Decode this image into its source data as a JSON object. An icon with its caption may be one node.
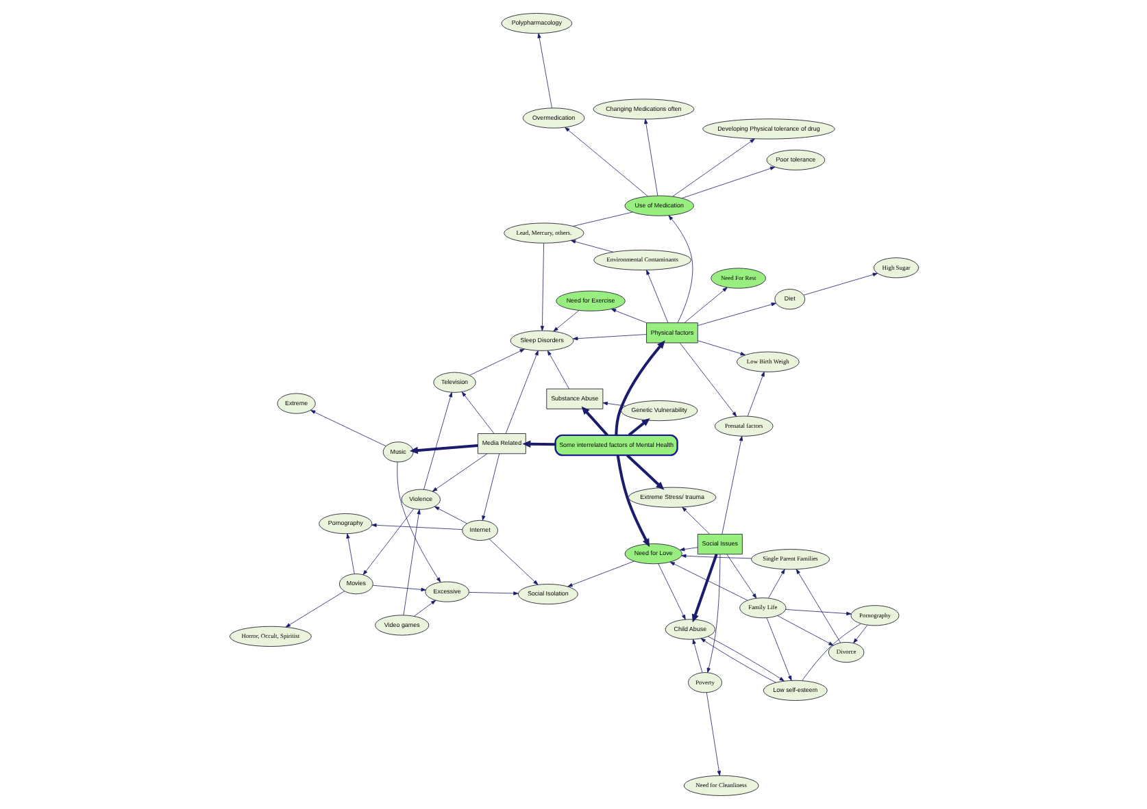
{
  "diagram": {
    "nodes": [
      {
        "text": [
          "Some interrelated factors of Mental Health"
        ]
      },
      {
        "text": [
          "Social Isolation"
        ]
      },
      {
        "text": [
          "Horror, Occult, Spiritist"
        ]
      },
      {
        "text": [
          "Movies"
        ]
      },
      {
        "text": [
          "Excessive"
        ]
      },
      {
        "text": [
          "Pornography"
        ]
      },
      {
        "text": [
          "Violence"
        ]
      },
      {
        "text": [
          "Video games"
        ]
      },
      {
        "text": [
          "Divorce"
        ]
      },
      {
        "text": [
          "Single Parent Families"
        ]
      },
      {
        "text": [
          "Need for Love"
        ]
      },
      {
        "text": [
          "Internet"
        ]
      },
      {
        "text": [
          "Media Related"
        ]
      },
      {
        "text": [
          "Music"
        ]
      },
      {
        "text": [
          "Television"
        ]
      },
      {
        "text": [
          "Pornography"
        ]
      },
      {
        "text": [
          "Family Life"
        ]
      },
      {
        "text": [
          "Low self-esteem"
        ]
      },
      {
        "text": [
          "Substance Abuse"
        ]
      },
      {
        "text": [
          "Extreme"
        ]
      },
      {
        "text": [
          "Extreme Stress/ trauma"
        ]
      },
      {
        "text": [
          "Social Issues"
        ]
      },
      {
        "text": [
          "Genetic Vulnerability"
        ]
      },
      {
        "text": [
          "Child Abuse"
        ]
      },
      {
        "text": [
          "Sleep Disorders"
        ]
      },
      {
        "text": [
          "Poverty"
        ]
      },
      {
        "text": [
          "Prenatal factors"
        ]
      },
      {
        "text": [
          "Physical factors"
        ]
      },
      {
        "text": [
          "Need for Exercise"
        ]
      },
      {
        "text": [
          "Environmental Contaminants"
        ]
      },
      {
        "text": [
          "Lead, Mercury, others."
        ]
      },
      {
        "text": [
          "Low Birth Weigh"
        ]
      },
      {
        "text": [
          "Need for Cleanliness"
        ]
      },
      {
        "text": [
          "Changing Medications often"
        ]
      },
      {
        "text": [
          "Use of Medication"
        ]
      },
      {
        "text": [
          "Diet"
        ]
      },
      {
        "text": [
          "High Sugar"
        ]
      },
      {
        "text": [
          "Poor tolerance"
        ]
      },
      {
        "text": [
          "Need For Rest"
        ]
      },
      {
        "text": [
          "Polypharmacology"
        ]
      },
      {
        "text": [
          "Overmedication"
        ]
      },
      {
        "text": [
          "Developing Physical tolerance of drug"
        ]
      }
    ],
    "edges": [
      {
        "from": 0,
        "to": 10,
        "arrow": "to",
        "style": "thick"
      },
      {
        "from": 0,
        "to": 12,
        "arrow": "to",
        "style": "thick"
      },
      {
        "from": 0,
        "to": 18,
        "arrow": "to",
        "style": "thick"
      },
      {
        "from": 0,
        "to": 20,
        "arrow": "to",
        "style": "thick"
      },
      {
        "from": 0,
        "to": 22,
        "arrow": "to",
        "style": "thick"
      },
      {
        "from": 0,
        "to": 27,
        "arrow": "to",
        "style": "thick"
      },
      {
        "from": 21,
        "to": 23,
        "arrow": "to",
        "style": "thick"
      },
      {
        "from": 12,
        "to": 13,
        "arrow": "to",
        "style": "thick"
      },
      {
        "from": 10,
        "to": 1,
        "arrow": "to"
      },
      {
        "from": 12,
        "to": 11,
        "arrow": "to"
      },
      {
        "from": 12,
        "to": 6,
        "arrow": "to"
      },
      {
        "from": 12,
        "to": 14,
        "arrow": "to"
      },
      {
        "from": 12,
        "to": 24,
        "arrow": "to"
      },
      {
        "from": 11,
        "to": 1,
        "arrow": "to"
      },
      {
        "from": 11,
        "to": 5,
        "arrow": "to"
      },
      {
        "from": 11,
        "to": 6,
        "arrow": "to"
      },
      {
        "from": 6,
        "to": 3,
        "arrow": "to"
      },
      {
        "from": 3,
        "to": 2,
        "arrow": "to"
      },
      {
        "from": 3,
        "to": 5,
        "arrow": "to"
      },
      {
        "from": 6,
        "to": 14,
        "arrow": "to"
      },
      {
        "from": 7,
        "to": 6,
        "arrow": "to"
      },
      {
        "from": 7,
        "to": 4,
        "arrow": "to"
      },
      {
        "from": 3,
        "to": 4,
        "arrow": "to"
      },
      {
        "from": 13,
        "to": 4,
        "arrow": "to"
      },
      {
        "from": 13,
        "to": 19,
        "arrow": "to"
      },
      {
        "from": 4,
        "to": 1,
        "arrow": "to"
      },
      {
        "from": 14,
        "to": 24,
        "arrow": "to"
      },
      {
        "from": 22,
        "to": 18,
        "arrow": "to"
      },
      {
        "from": 18,
        "to": 24,
        "arrow": "to"
      },
      {
        "from": 27,
        "to": 24,
        "arrow": "to"
      },
      {
        "from": 28,
        "to": 24,
        "arrow": "to"
      },
      {
        "from": 30,
        "to": 24,
        "arrow": "to"
      },
      {
        "from": 27,
        "to": 28,
        "arrow": "to"
      },
      {
        "from": 27,
        "to": 29,
        "arrow": "to"
      },
      {
        "from": 29,
        "to": 30,
        "arrow": "to"
      },
      {
        "from": 27,
        "to": 34,
        "arrow": "to"
      },
      {
        "from": 34,
        "to": 30,
        "arrow": "none"
      },
      {
        "from": 34,
        "to": 33,
        "arrow": "to"
      },
      {
        "from": 34,
        "to": 37,
        "arrow": "to"
      },
      {
        "from": 34,
        "to": 41,
        "arrow": "to"
      },
      {
        "from": 34,
        "to": 40,
        "arrow": "to"
      },
      {
        "from": 40,
        "to": 39,
        "arrow": "to"
      },
      {
        "from": 27,
        "to": 35,
        "arrow": "to"
      },
      {
        "from": 35,
        "to": 36,
        "arrow": "to"
      },
      {
        "from": 27,
        "to": 38,
        "arrow": "to"
      },
      {
        "from": 27,
        "to": 31,
        "arrow": "to"
      },
      {
        "from": 27,
        "to": 26,
        "arrow": "to"
      },
      {
        "from": 26,
        "to": 31,
        "arrow": "to"
      },
      {
        "from": 21,
        "to": 26,
        "arrow": "to"
      },
      {
        "from": 21,
        "to": 25,
        "arrow": "to"
      },
      {
        "from": 21,
        "to": 20,
        "arrow": "to"
      },
      {
        "from": 25,
        "to": 23,
        "arrow": "to"
      },
      {
        "from": 25,
        "to": 32,
        "arrow": "to"
      },
      {
        "from": 21,
        "to": 16,
        "arrow": "to"
      },
      {
        "from": 21,
        "to": 10,
        "arrow": "to"
      },
      {
        "from": 10,
        "to": 23,
        "arrow": "to"
      },
      {
        "from": 16,
        "to": 8,
        "arrow": "to"
      },
      {
        "from": 16,
        "to": 9,
        "arrow": "to"
      },
      {
        "from": 16,
        "to": 10,
        "arrow": "to"
      },
      {
        "from": 16,
        "to": 15,
        "arrow": "to"
      },
      {
        "from": 16,
        "to": 17,
        "arrow": "to"
      },
      {
        "from": 8,
        "to": 9,
        "arrow": "to"
      },
      {
        "from": 9,
        "to": 10,
        "arrow": "to"
      },
      {
        "from": 15,
        "to": 8,
        "arrow": "to"
      },
      {
        "from": 15,
        "to": 17,
        "arrow": "none"
      },
      {
        "from": 17,
        "to": 23,
        "arrow": "to"
      },
      {
        "from": 23,
        "to": 17,
        "arrow": "to"
      }
    ]
  }
}
